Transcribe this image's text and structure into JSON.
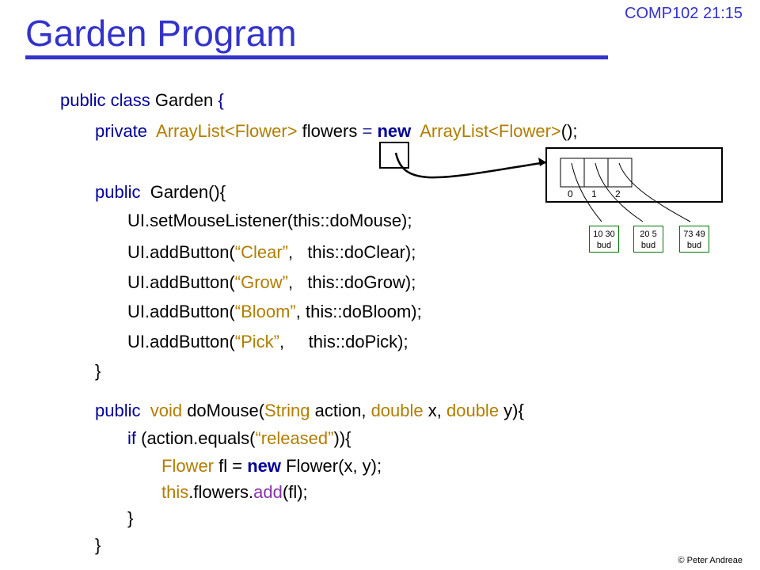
{
  "header": {
    "title": "Garden Program",
    "course": "COMP102 21:15",
    "copyright": "© Peter Andreae"
  },
  "code": {
    "l1": [
      "public class",
      " Garden ",
      "{"
    ],
    "l2": [
      "private ",
      " ArrayList<Flower>",
      " flowers ",
      "= ",
      "new ",
      " ArrayList<Flower>",
      "();"
    ],
    "l3": [
      "public ",
      " Garden(){"
    ],
    "l4": "UI.setMouseListener(this::doMouse);",
    "l5": [
      "UI.addButton(",
      "“Clear”",
      ",   this::doClear);"
    ],
    "l6": [
      "UI.addButton(",
      "“Grow”",
      ",   this::doGrow);"
    ],
    "l7": [
      "UI.addButton(",
      "“Bloom”",
      ", this::doBloom);"
    ],
    "l8": [
      "UI.addButton(",
      "“Pick”",
      ",     this::doPick);"
    ],
    "l9": "}",
    "l10": [
      "public ",
      " void ",
      "doMouse(",
      "String",
      " action, ",
      "double",
      " x, ",
      "double",
      " y){"
    ],
    "l11": [
      "if ",
      "(action.equals(",
      "“released”",
      ")){"
    ],
    "l12": [
      "Flower",
      " fl = ",
      "new ",
      "Flower(x, y);"
    ],
    "l13": [
      "this",
      ".flowers.",
      "add",
      "(fl);"
    ],
    "l14": "}",
    "l15": "}"
  },
  "diagram": {
    "indices": [
      "0",
      "1",
      "2"
    ],
    "flowers": [
      {
        "coords": "10 30",
        "state": "bud"
      },
      {
        "coords": "20 5",
        "state": "bud"
      },
      {
        "coords": "73 49",
        "state": "bud"
      }
    ]
  }
}
